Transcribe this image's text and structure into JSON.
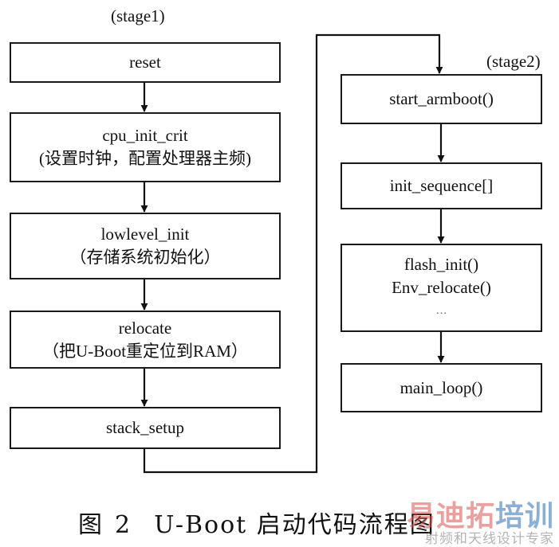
{
  "stage_labels": {
    "stage1": "(stage1)",
    "stage2": "(stage2)"
  },
  "stage1_boxes": [
    {
      "title": "reset",
      "subtitle": ""
    },
    {
      "title": "cpu_init_crit",
      "subtitle": "(设置时钟，配置处理器主频)"
    },
    {
      "title": "lowlevel_init",
      "subtitle": "（存储系统初始化）"
    },
    {
      "title": "relocate",
      "subtitle": "（把U-Boot重定位到RAM）"
    },
    {
      "title": "stack_setup",
      "subtitle": ""
    }
  ],
  "stage2_boxes": [
    {
      "lines": [
        "start_armboot()"
      ]
    },
    {
      "lines": [
        "init_sequence[]"
      ]
    },
    {
      "lines": [
        "flash_init()",
        "Env_relocate()",
        "…"
      ]
    },
    {
      "lines": [
        "main_loop()"
      ]
    }
  ],
  "caption": {
    "prefix": "图",
    "number": "2",
    "text": "U-Boot 启动代码流程图"
  },
  "watermark": {
    "title_part1": "易迪拓",
    "title_part2": "培训",
    "subtitle": "射频和天线设计专家",
    "color1": "#d9534f",
    "color2": "#2f6fb5"
  }
}
